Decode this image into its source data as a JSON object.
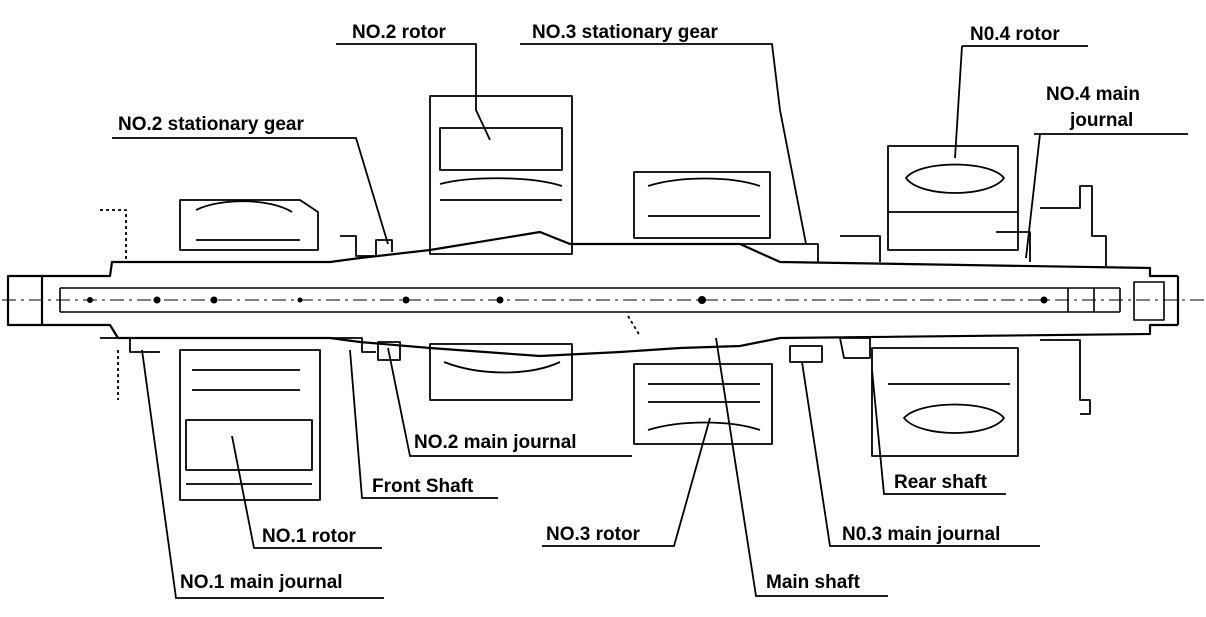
{
  "labels": {
    "no2_rotor": "NO.2 rotor",
    "no3_stationary_gear": "NO.3 stationary gear",
    "no4_rotor": "N0.4 rotor",
    "no4_main_journal_l1": "NO.4 main",
    "no4_main_journal_l2": "journal",
    "no2_stationary_gear": "NO.2 stationary gear",
    "no2_main_journal": "NO.2 main journal",
    "front_shaft": "Front Shaft",
    "rear_shaft": "Rear shaft",
    "no3_rotor": "NO.3 rotor",
    "no3_main_journal": "N0.3 main journal",
    "no1_rotor": "NO.1 rotor",
    "no1_main_journal": "NO.1 main journal",
    "main_shaft": "Main shaft"
  }
}
